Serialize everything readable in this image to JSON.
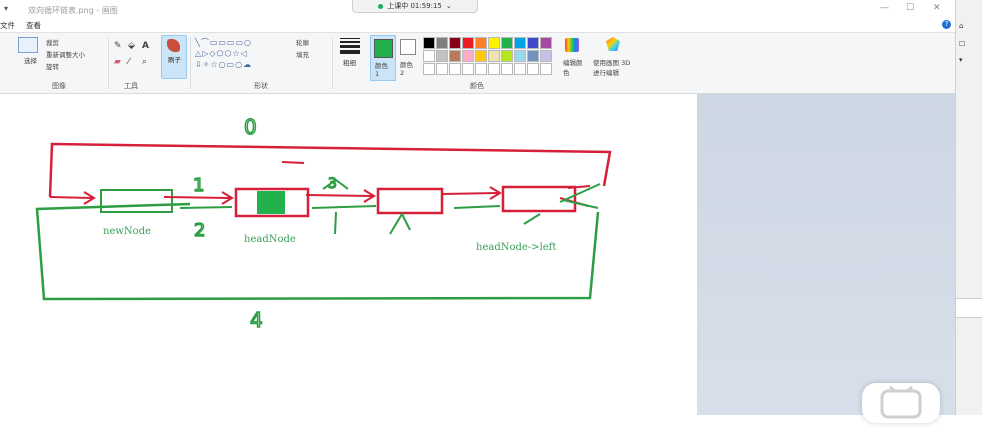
{
  "titlebar": {
    "doc_title": "双向循环链表.png - 画图",
    "recording": "上课中 01:59:15"
  },
  "tabs": {
    "file": "文件",
    "view": "查看"
  },
  "ribbon": {
    "image_group": {
      "label": "图像",
      "select_label": "选择",
      "crop": "裁剪",
      "resize": "重新调整大小",
      "rotate": "旋转"
    },
    "tools_group": {
      "label": "工具"
    },
    "brush_label": "刷子",
    "shapes_group": {
      "label": "形状",
      "outline": "轮廓",
      "fill": "填充"
    },
    "size_label": "粗细",
    "color1_label": "颜色 1",
    "color2_label": "颜色 2",
    "colors_group": {
      "label": "颜色"
    },
    "edit_colors": "编辑颜色",
    "paint3d": "使用画图 3D 进行编辑"
  },
  "palette": [
    "#000000",
    "#7f7f7f",
    "#880015",
    "#ed1c24",
    "#ff7f27",
    "#fff200",
    "#22b14c",
    "#00a2e8",
    "#3f48cc",
    "#a349a4",
    "#ffffff",
    "#c3c3c3",
    "#b97a57",
    "#ffaec9",
    "#ffc90e",
    "#efe4b0",
    "#b5e61d",
    "#99d9ea",
    "#7092be",
    "#c8bfe7",
    "#ffffff",
    "#ffffff",
    "#ffffff",
    "#ffffff",
    "#ffffff",
    "#ffffff",
    "#ffffff",
    "#ffffff",
    "#ffffff",
    "#ffffff"
  ],
  "colors": {
    "active_color1": "#22b14c",
    "accent": "#99c9ef",
    "ink_red": "#d6203a",
    "ink_green": "#2e9e44"
  },
  "canvas": {
    "labels": {
      "new_node": "newNode",
      "head_node": "headNode",
      "head_left": "headNode->left"
    },
    "step_numbers": [
      "0",
      "1",
      "2",
      "3",
      "4"
    ]
  },
  "icons": {
    "help": "help-icon",
    "rec": "recording-dot-icon",
    "paint3d": "paint3d-icon"
  }
}
